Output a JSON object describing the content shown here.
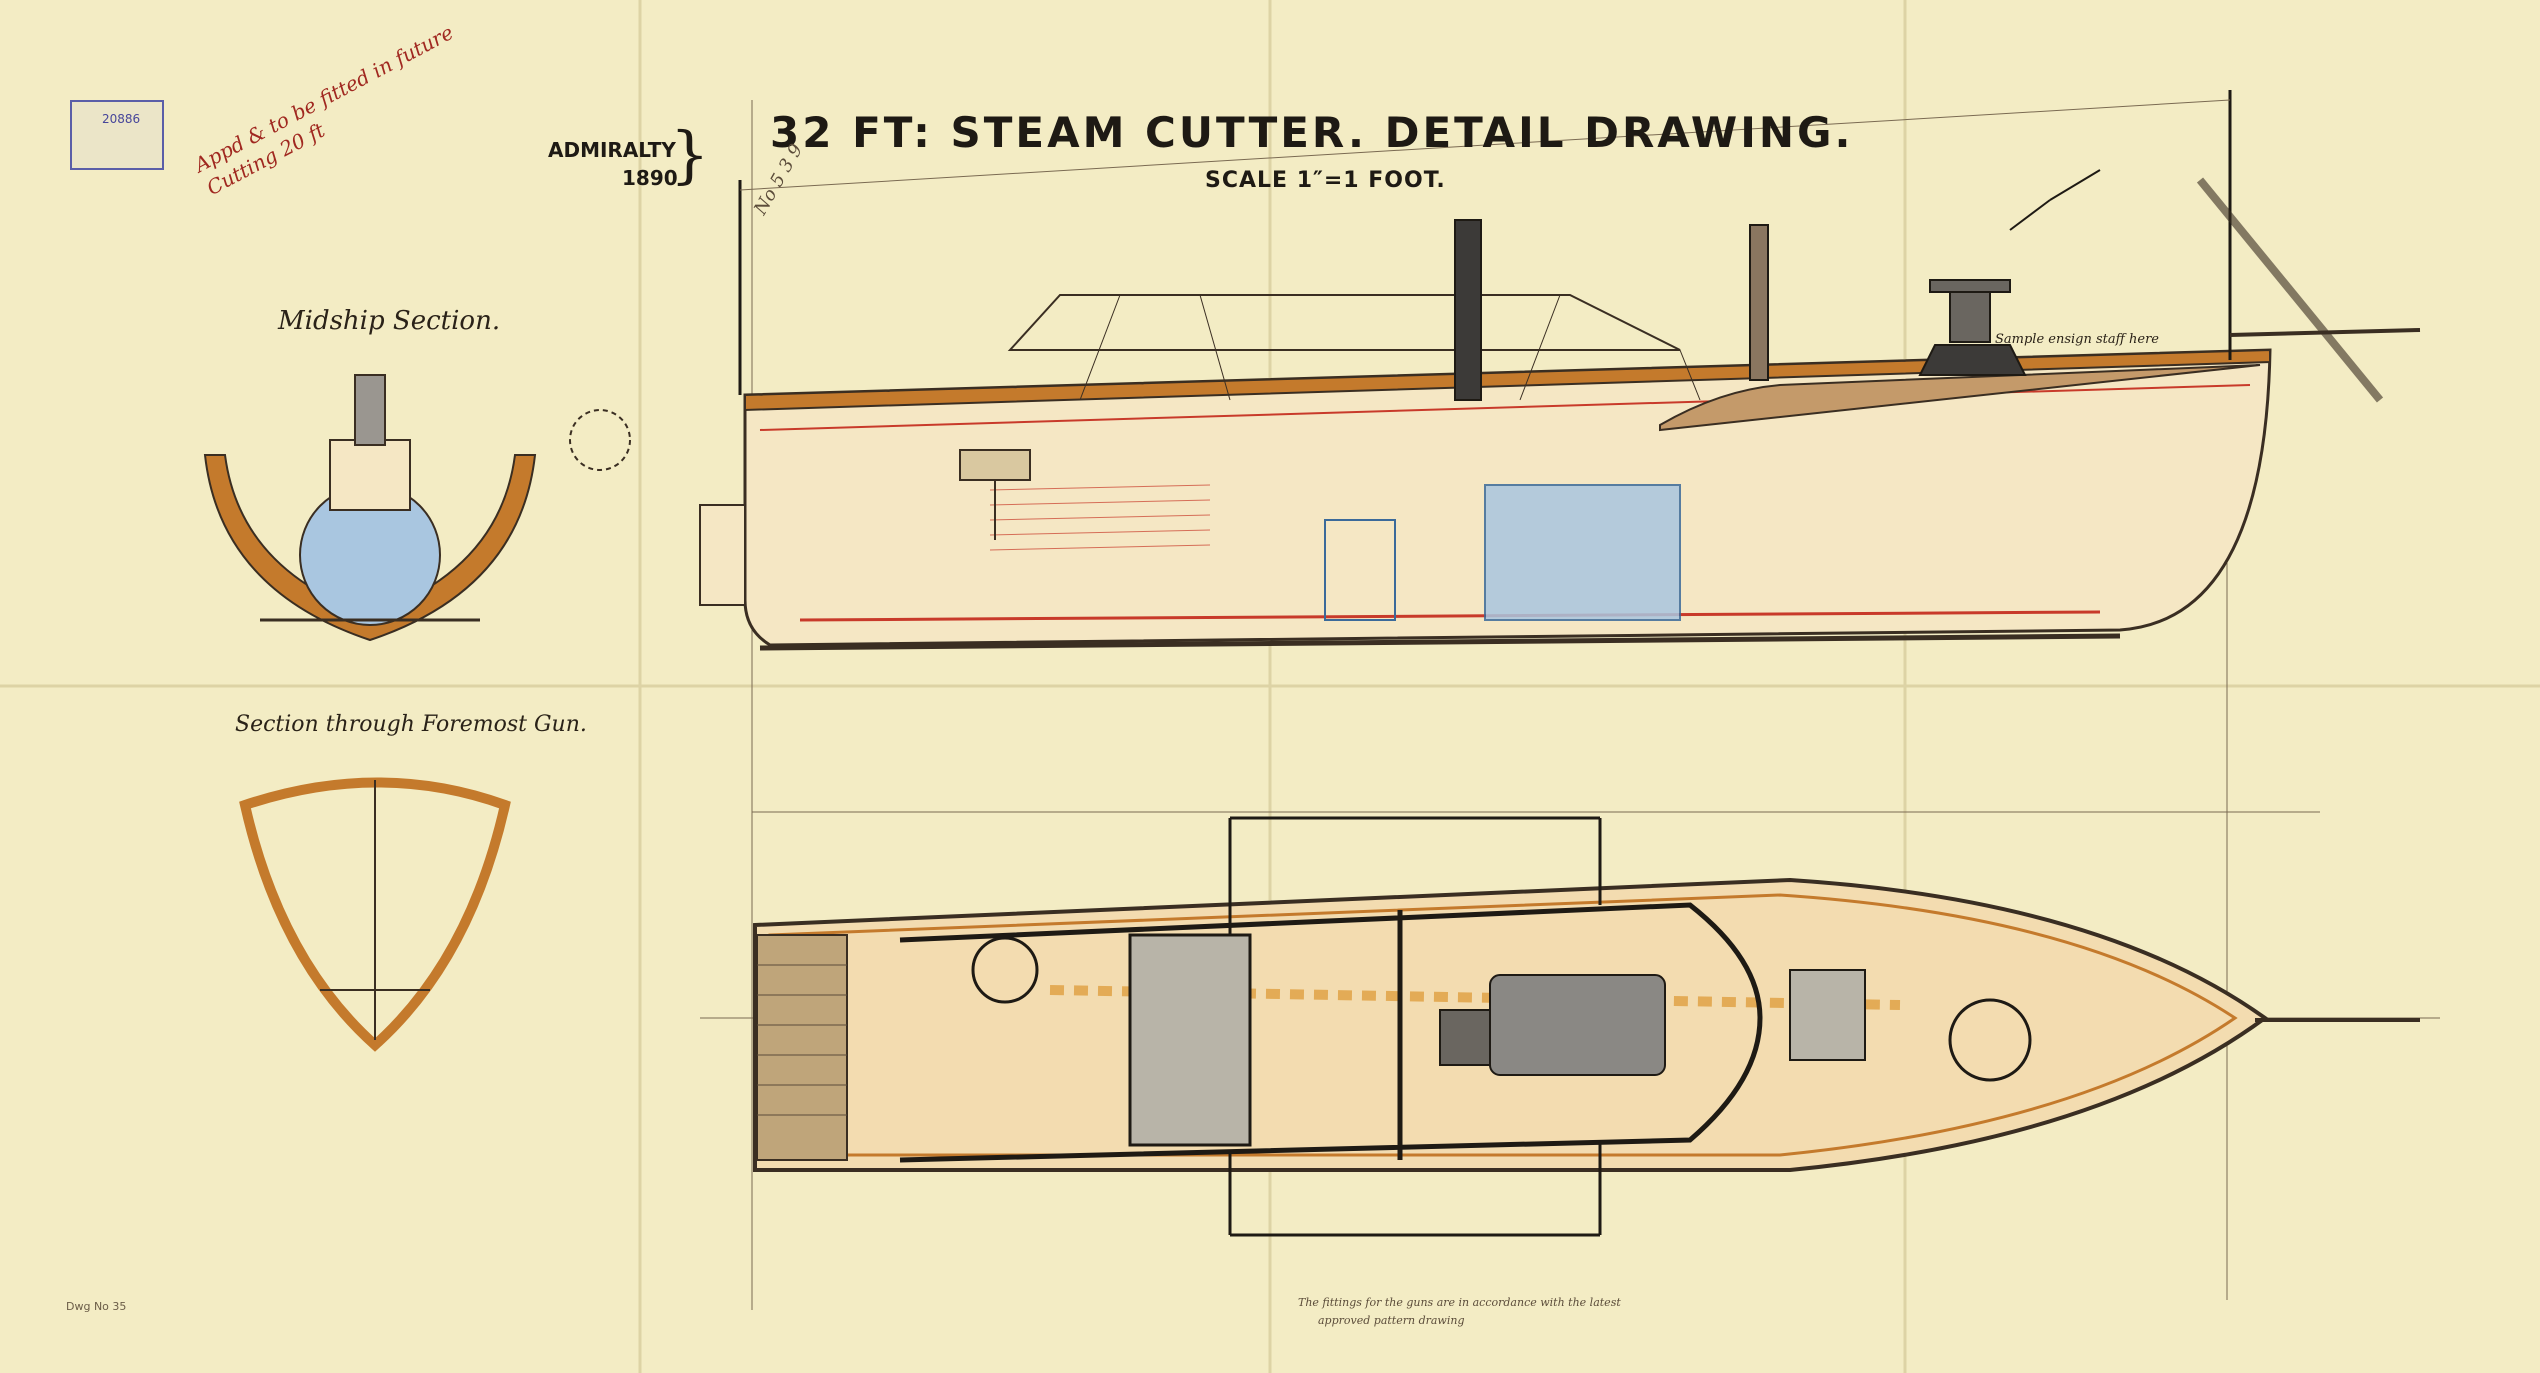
{
  "drawing": {
    "title": "32 FT: STEAM CUTTER. DETAIL DRAWING.",
    "scale": "SCALE 1″=1 FOOT.",
    "authority_line1": "ADMIRALTY",
    "authority_line2": "1890",
    "brace": "}"
  },
  "labels": {
    "midship_section": "Midship Section.",
    "foremost_gun_section": "Section through Foremost Gun.",
    "sign_note": "Sample ensign staff here",
    "red_note": "Appd & to be fitted in future",
    "red_note_2": "Cutting 20 ft",
    "pencil_number": "No 5 3 9",
    "stamp_text": "20886",
    "bottom_note_1": "The fittings for the guns are in accordance with the latest",
    "bottom_note_2": "approved pattern drawing",
    "corner_mark": "Dwg No 35"
  },
  "colors": {
    "paper": "#f3ecc4",
    "ink": "#1e1a14",
    "hull_wood": "#c47a2c",
    "red_ink": "#c83a2a",
    "blue_wash": "#a9c6e0",
    "deck_wash": "#eed7b0"
  }
}
